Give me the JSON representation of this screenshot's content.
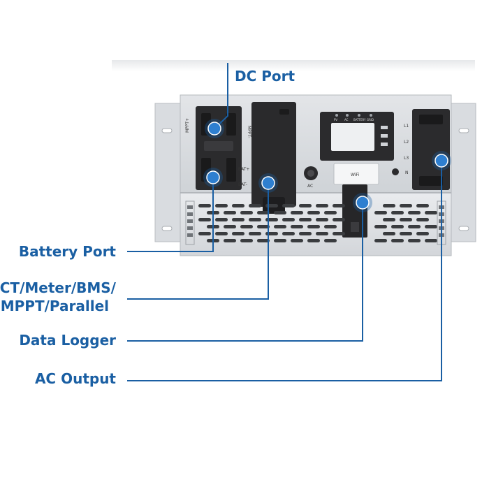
{
  "callouts": {
    "dc_port": "DC Port",
    "battery_port": "Battery Port",
    "ct_line1": "CT/Meter/BMS/",
    "ct_line2": "MPPT/Parallel",
    "data_logger": "Data Logger",
    "ac_output": "AC Output"
  },
  "device_marks": {
    "mppt_plus": "MPPT+",
    "mppt_minus": "MPPT-",
    "bat_plus": "BAT+",
    "bat_minus": "BAT-",
    "ac": "AC",
    "wifi": "WiFi",
    "l1": "L1",
    "l2": "L2",
    "l3": "L3",
    "n": "N",
    "led_1": "PV",
    "led_2": "AC",
    "led_3": "BATTERY",
    "led_4": "GRID"
  },
  "colors": {
    "accent": "#1a5fa3",
    "panel": "#d5d8dc",
    "dark_module": "#2a2a2c"
  }
}
